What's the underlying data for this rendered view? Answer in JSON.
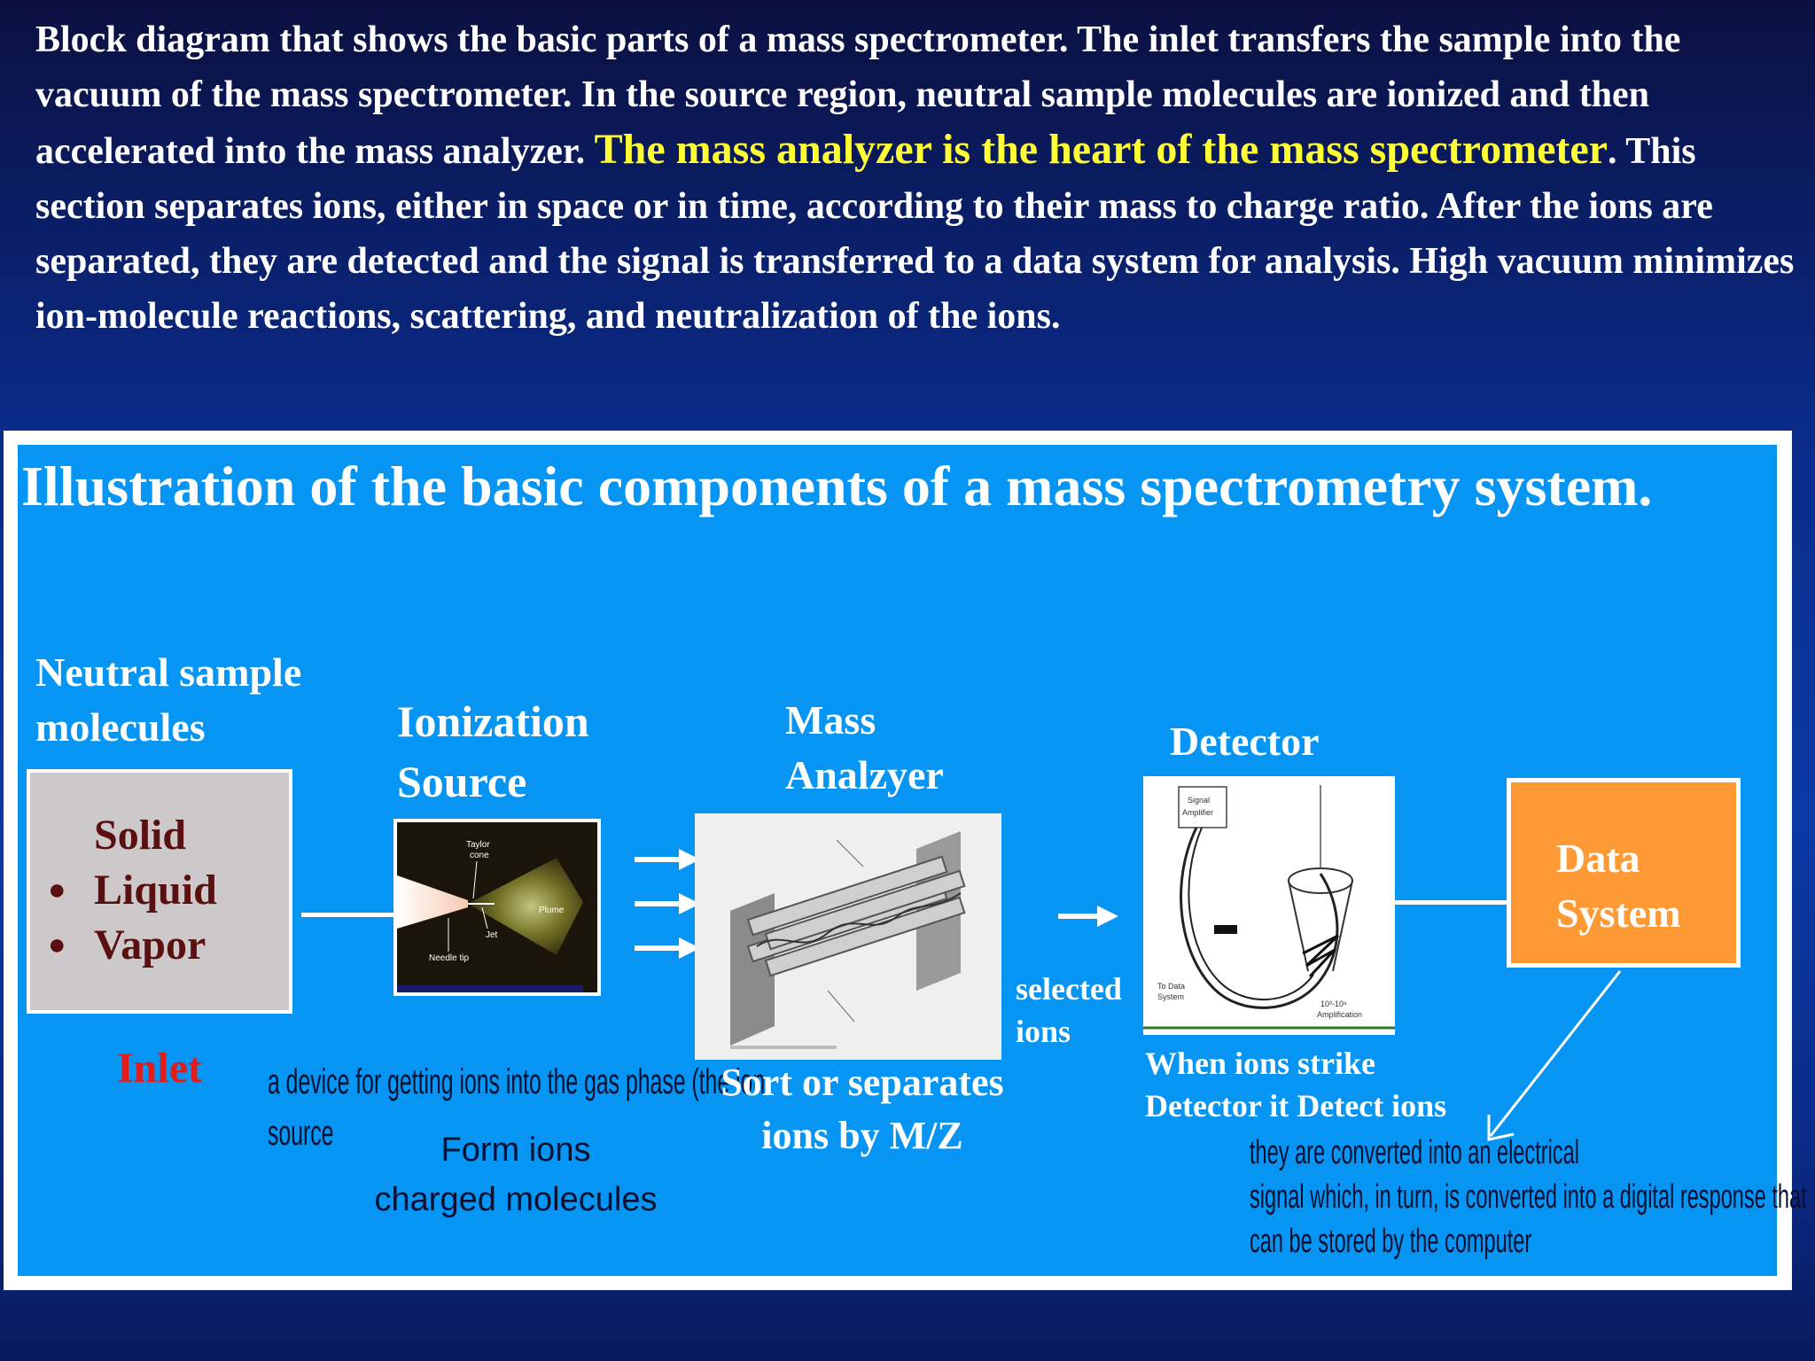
{
  "intro": {
    "part1": "Block diagram that shows the basic parts of a mass spectrometer. The inlet transfers the sample into the vacuum of the mass spectrometer. In the source region, neutral sample molecules are ionized and then accelerated into the mass analyzer. ",
    "highlight": "The mass analyzer is the heart of the mass spectrometer",
    "part2": ". This section separates ions, either in space or in time, according to their mass to charge ratio. After the ions are separated, they are detected and the signal is transferred to a data system for analysis. High vacuum minimizes ion-molecule reactions, scattering, and neutralization of the ions."
  },
  "diagram": {
    "title": "Illustration of the basic components of a mass spectrometry system.",
    "neutral": {
      "line1": "Neutral sample",
      "line2": "molecules"
    },
    "inlet": {
      "items": [
        "Solid",
        "Liquid",
        "Vapor"
      ],
      "label": "Inlet"
    },
    "ionization": {
      "line1": "Ionization",
      "line2": "Source",
      "desc_line1": "a device for getting ions into the gas phase (the ion",
      "desc_line2": "source",
      "note_line1": "Form ions",
      "note_line2": "charged molecules",
      "photo_labels": {
        "taylor_line1": "Taylor",
        "taylor_line2": "cone",
        "plume": "Plume",
        "jet": "Jet",
        "needle": "Needle tip"
      }
    },
    "analyzer": {
      "line1": "Mass",
      "line2": "Analzyer",
      "desc_line1": "Sort or separates",
      "desc_line2": "ions by M/Z"
    },
    "selected": {
      "line1": "selected",
      "line2": "ions"
    },
    "detector": {
      "label": "Detector",
      "desc_line1": "When ions strike",
      "desc_line2": "Detector it Detect ions",
      "note_line1": "they are converted into an electrical",
      "note_line2": "signal which, in turn, is converted into a digital response that",
      "note_line3": "can be stored by the computer",
      "photo_labels": {
        "amp_line1": "Signal",
        "amp_line2": "Amplifier",
        "out_line1": "To Data",
        "out_line2": "System",
        "ampl_line1": "10³-10⁸",
        "ampl_line2": "Amplification"
      }
    },
    "data_system": {
      "line1": "Data",
      "line2": "System"
    }
  },
  "colors": {
    "background": "#0a2a86",
    "panel": "#0795f3",
    "highlight": "#ffff33",
    "inlet_box": "#cdc9ca",
    "inlet_text": "#5a1010",
    "inlet_label": "#e21b1b",
    "data_box": "#fd9a36"
  }
}
